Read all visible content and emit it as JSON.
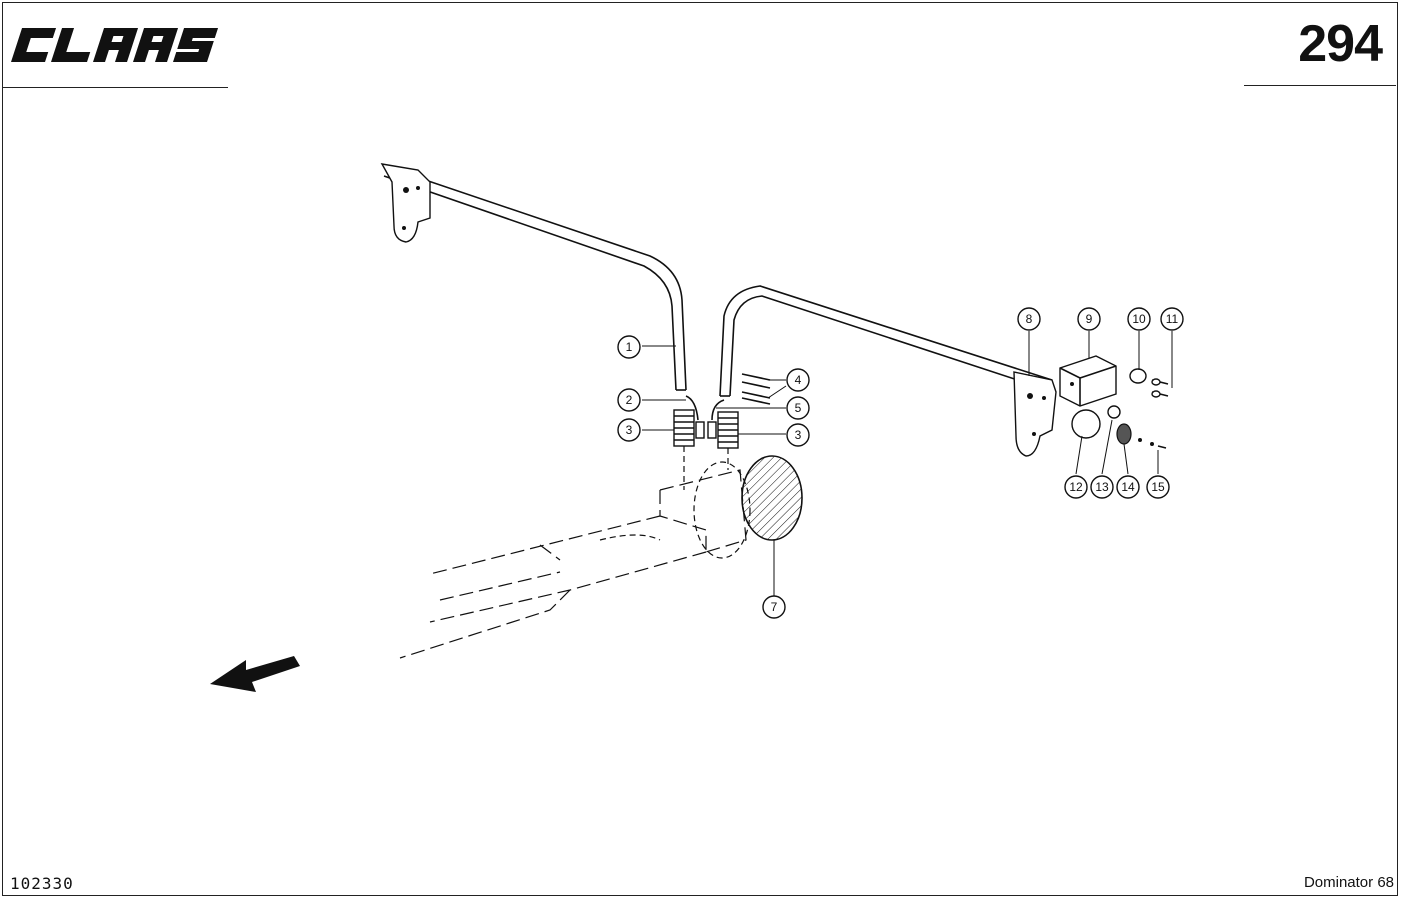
{
  "header": {
    "brand": "CLAAS",
    "page_number": "294"
  },
  "footer": {
    "figure_code": "102330",
    "model": "Dominator 68"
  },
  "callouts": [
    {
      "id": "c1",
      "label": "1"
    },
    {
      "id": "c2",
      "label": "2"
    },
    {
      "id": "c3a",
      "label": "3"
    },
    {
      "id": "c4",
      "label": "4"
    },
    {
      "id": "c5",
      "label": "5"
    },
    {
      "id": "c3b",
      "label": "3"
    },
    {
      "id": "c7",
      "label": "7"
    },
    {
      "id": "c8",
      "label": "8"
    },
    {
      "id": "c9",
      "label": "9"
    },
    {
      "id": "c10",
      "label": "10"
    },
    {
      "id": "c11",
      "label": "11"
    },
    {
      "id": "c12",
      "label": "12"
    },
    {
      "id": "c13",
      "label": "13"
    },
    {
      "id": "c14",
      "label": "14"
    },
    {
      "id": "c15",
      "label": "15"
    }
  ]
}
